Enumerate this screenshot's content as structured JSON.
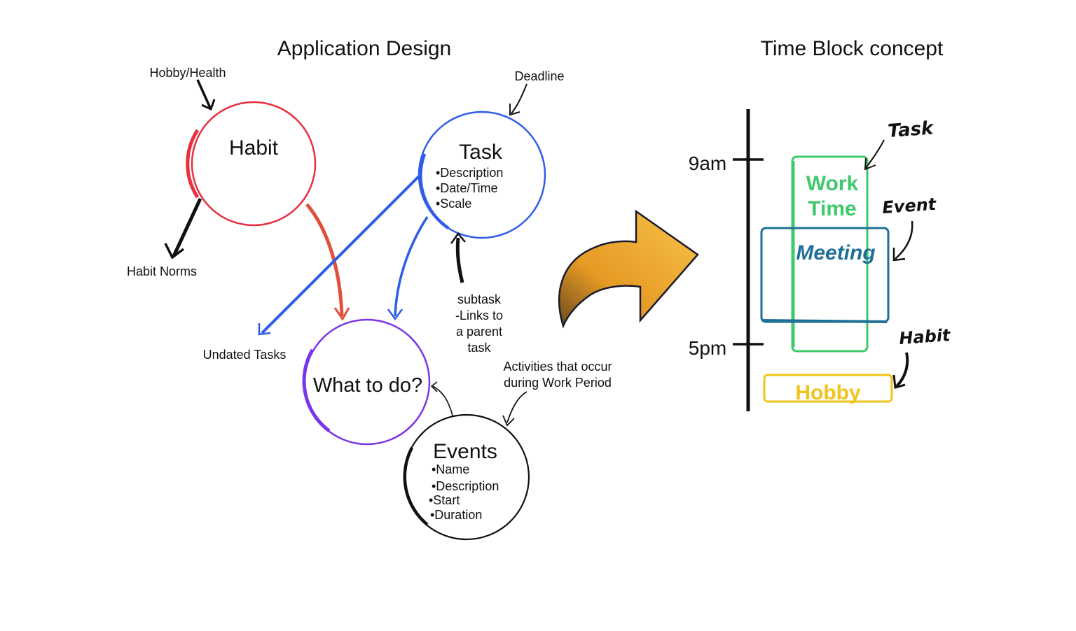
{
  "left": {
    "title": "Application Design",
    "habit": {
      "name": "Habit",
      "annot_top": "Hobby/Health",
      "annot_bottom": "Habit Norms"
    },
    "task": {
      "name": "Task",
      "annot_top": "Deadline",
      "fields": [
        "•Description",
        "•Date/Time",
        "•Scale"
      ],
      "subtask_lines": [
        "subtask",
        "-Links to",
        "a parent",
        "task"
      ],
      "undated": "Undated Tasks"
    },
    "what": {
      "name": "What to do?"
    },
    "events": {
      "name": "Events",
      "fields": [
        "•Name",
        "•Description",
        "•Start",
        "•Duration"
      ],
      "annot_lines": [
        "Activities that occur",
        "during Work Period"
      ]
    }
  },
  "right": {
    "title": "Time Block concept",
    "times": [
      "9am",
      "5pm"
    ],
    "blocks": {
      "work_lines": [
        "Work",
        "Time"
      ],
      "meeting": "Meeting",
      "hobby": "Hobby"
    },
    "annotations": {
      "task": "Task",
      "event": "Event",
      "habit": "Habit"
    }
  },
  "colors": {
    "habit": "#e8303f",
    "task": "#2f5de8",
    "what": "#7b35e8",
    "events": "#111111",
    "work": "#3ec96a",
    "meeting": "#1f6f97",
    "hobby": "#f2c31a",
    "arrow": "#f0a52a"
  }
}
